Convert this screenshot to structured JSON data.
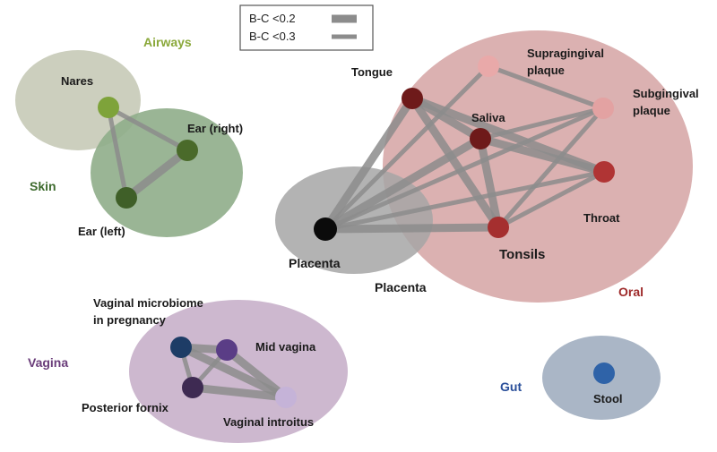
{
  "legend": {
    "items": [
      {
        "label": "B-C <0.2"
      },
      {
        "label": "B-C <0.3"
      }
    ],
    "color": "#8c8c8c"
  },
  "groups": [
    {
      "id": "airways",
      "label": "Airways",
      "color": "#c7ccb8",
      "label_color": "#8aa83a"
    },
    {
      "id": "skin",
      "label": "Skin",
      "color": "#8fae8b",
      "label_color": "#3e6b2e"
    },
    {
      "id": "oral",
      "label": "Oral",
      "color": "#d4a0a0",
      "label_color": "#9e2a2a"
    },
    {
      "id": "placenta",
      "label": "Placenta",
      "color": "#a3a3a3",
      "label_color": "#1a1a1a"
    },
    {
      "id": "vagina",
      "label": "Vagina",
      "color": "#cdb9d0",
      "label_color": "#6a3d7a"
    },
    {
      "id": "gut",
      "label": "Gut",
      "color": "#a9b6c6",
      "label_color": "#2a4f9a"
    }
  ],
  "nodes": [
    {
      "id": "nares",
      "label": "Nares",
      "color": "#7ea33a"
    },
    {
      "id": "ear_right",
      "label": "Ear (right)",
      "color": "#4a6a2a"
    },
    {
      "id": "ear_left",
      "label": "Ear (left)",
      "color": "#3f5f28"
    },
    {
      "id": "tongue",
      "label": "Tongue",
      "color": "#6e1a1a"
    },
    {
      "id": "supragingival",
      "label": "Supragingival plaque",
      "lines": [
        "Supragingival",
        "plaque"
      ],
      "color": "#e6a5a5"
    },
    {
      "id": "subgingival",
      "label": "Subgingival plaque",
      "lines": [
        "Subgingival",
        "plaque"
      ],
      "color": "#e0a0a0"
    },
    {
      "id": "saliva",
      "label": "Saliva",
      "color": "#6e1a1a"
    },
    {
      "id": "throat",
      "label": "Throat",
      "color": "#b03434"
    },
    {
      "id": "tonsils",
      "label": "Tonsils",
      "color": "#a52f2f"
    },
    {
      "id": "placenta",
      "label": "Placenta",
      "color": "#0b0b0b"
    },
    {
      "id": "vaginal_preg",
      "label": "Vaginal microbiome in pregnancy",
      "lines": [
        "Vaginal microbiome",
        "in pregnancy"
      ],
      "color": "#1d3c66"
    },
    {
      "id": "mid_vagina",
      "label": "Mid vagina",
      "color": "#5a3d86"
    },
    {
      "id": "posterior_fornix",
      "label": "Posterior fornix",
      "color": "#3e2a52"
    },
    {
      "id": "vaginal_introitus",
      "label": "Vaginal introitus",
      "color": "#c5b3d8"
    },
    {
      "id": "stool",
      "label": "Stool",
      "color": "#2f63a8"
    }
  ],
  "edges": [
    {
      "from": "nares",
      "to": "ear_right",
      "bc": "<0.3"
    },
    {
      "from": "nares",
      "to": "ear_left",
      "bc": "<0.3"
    },
    {
      "from": "ear_right",
      "to": "ear_left",
      "bc": "<0.2"
    },
    {
      "from": "placenta",
      "to": "tonsils",
      "bc": "<0.2"
    },
    {
      "from": "placenta",
      "to": "tongue",
      "bc": "<0.2"
    },
    {
      "from": "placenta",
      "to": "saliva",
      "bc": "<0.2"
    },
    {
      "from": "placenta",
      "to": "throat",
      "bc": "<0.3"
    },
    {
      "from": "placenta",
      "to": "subgingival",
      "bc": "<0.3"
    },
    {
      "from": "placenta",
      "to": "supragingival",
      "bc": "<0.3"
    },
    {
      "from": "tongue",
      "to": "saliva",
      "bc": "<0.2"
    },
    {
      "from": "tongue",
      "to": "tonsils",
      "bc": "<0.2"
    },
    {
      "from": "tongue",
      "to": "throat",
      "bc": "<0.2"
    },
    {
      "from": "saliva",
      "to": "tonsils",
      "bc": "<0.2"
    },
    {
      "from": "saliva",
      "to": "throat",
      "bc": "<0.2"
    },
    {
      "from": "saliva",
      "to": "subgingival",
      "bc": "<0.3"
    },
    {
      "from": "supragingival",
      "to": "subgingival",
      "bc": "<0.3"
    },
    {
      "from": "throat",
      "to": "tonsils",
      "bc": "<0.3"
    },
    {
      "from": "subgingival",
      "to": "tonsils",
      "bc": "<0.3"
    },
    {
      "from": "vaginal_preg",
      "to": "mid_vagina",
      "bc": "<0.2"
    },
    {
      "from": "vaginal_preg",
      "to": "posterior_fornix",
      "bc": "<0.3"
    },
    {
      "from": "vaginal_preg",
      "to": "vaginal_introitus",
      "bc": "<0.2"
    },
    {
      "from": "mid_vagina",
      "to": "posterior_fornix",
      "bc": "<0.3"
    },
    {
      "from": "mid_vagina",
      "to": "vaginal_introitus",
      "bc": "<0.2"
    },
    {
      "from": "posterior_fornix",
      "to": "vaginal_introitus",
      "bc": "<0.2"
    }
  ]
}
